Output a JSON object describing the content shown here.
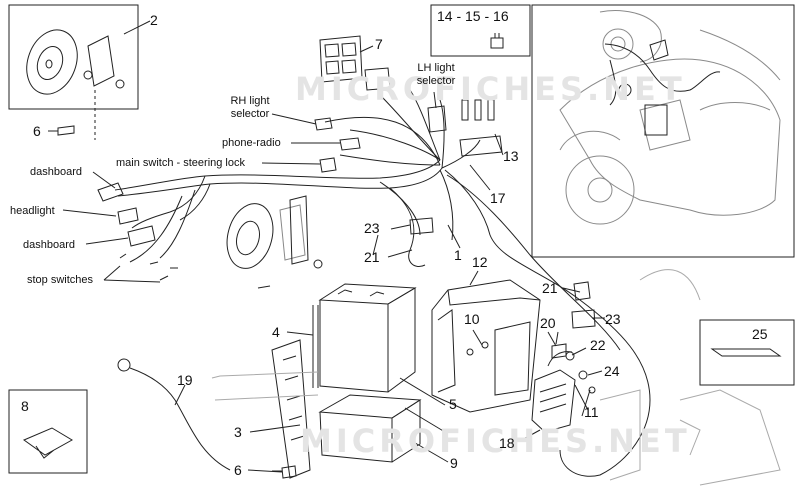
{
  "watermark": "MICROFICHES.NET",
  "labels": {
    "dashboard_top": "dashboard",
    "headlight": "headlight",
    "dashboard_bottom": "dashboard",
    "stop_switches": "stop switches",
    "main_switch": "main switch - steering lock",
    "phone_radio": "phone-radio",
    "rh_light_line1": "RH light",
    "rh_light_line2": "selector",
    "lh_light_line1": "LH light",
    "lh_light_line2": "selector"
  },
  "kit_label": "14 - 15 - 16",
  "part_numbers": {
    "p1": "1",
    "p2": "2",
    "p3": "3",
    "p4": "4",
    "p5": "5",
    "p6a": "6",
    "p6b": "6",
    "p7": "7",
    "p8": "8",
    "p9": "9",
    "p10": "10",
    "p11": "11",
    "p12": "12",
    "p13": "13",
    "p17": "17",
    "p18": "18",
    "p19": "19",
    "p20": "20",
    "p21a": "21",
    "p21b": "21",
    "p22": "22",
    "p23a": "23",
    "p23b": "23",
    "p24": "24",
    "p25": "25"
  },
  "colors": {
    "line": "#222222",
    "ghost": "#9a9a9a",
    "frame": "#555555"
  }
}
